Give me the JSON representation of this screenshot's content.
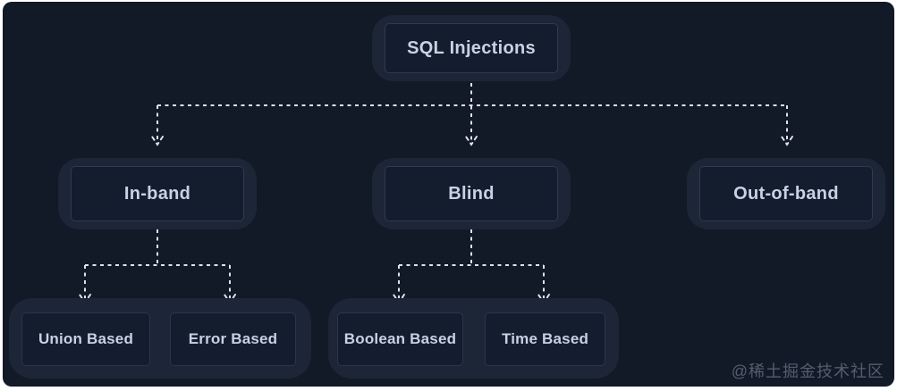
{
  "diagram": {
    "root": {
      "label": "SQL Injections"
    },
    "level2": [
      {
        "id": "in-band",
        "label": "In-band"
      },
      {
        "id": "blind",
        "label": "Blind"
      },
      {
        "id": "out-of-band",
        "label": "Out-of-band"
      }
    ],
    "groups": [
      {
        "parent": "in-band",
        "children": [
          {
            "label": "Union Based"
          },
          {
            "label": "Error Based"
          }
        ]
      },
      {
        "parent": "blind",
        "children": [
          {
            "label": "Boolean Based"
          },
          {
            "label": "Time Based"
          }
        ]
      }
    ],
    "connector_style": {
      "type": "dashed",
      "arrow": "open-chevron",
      "color": "#dde2ec"
    },
    "colors": {
      "page_background": "#ffffff",
      "card_background": "#121a28",
      "node_outer": "#1c2636",
      "node_inner": "#141d2d",
      "node_border": "#2e3a52",
      "node_text": "#c9d1e4",
      "connector": "#dde2ec"
    }
  },
  "watermark": {
    "text": "@稀土掘金技术社区"
  }
}
